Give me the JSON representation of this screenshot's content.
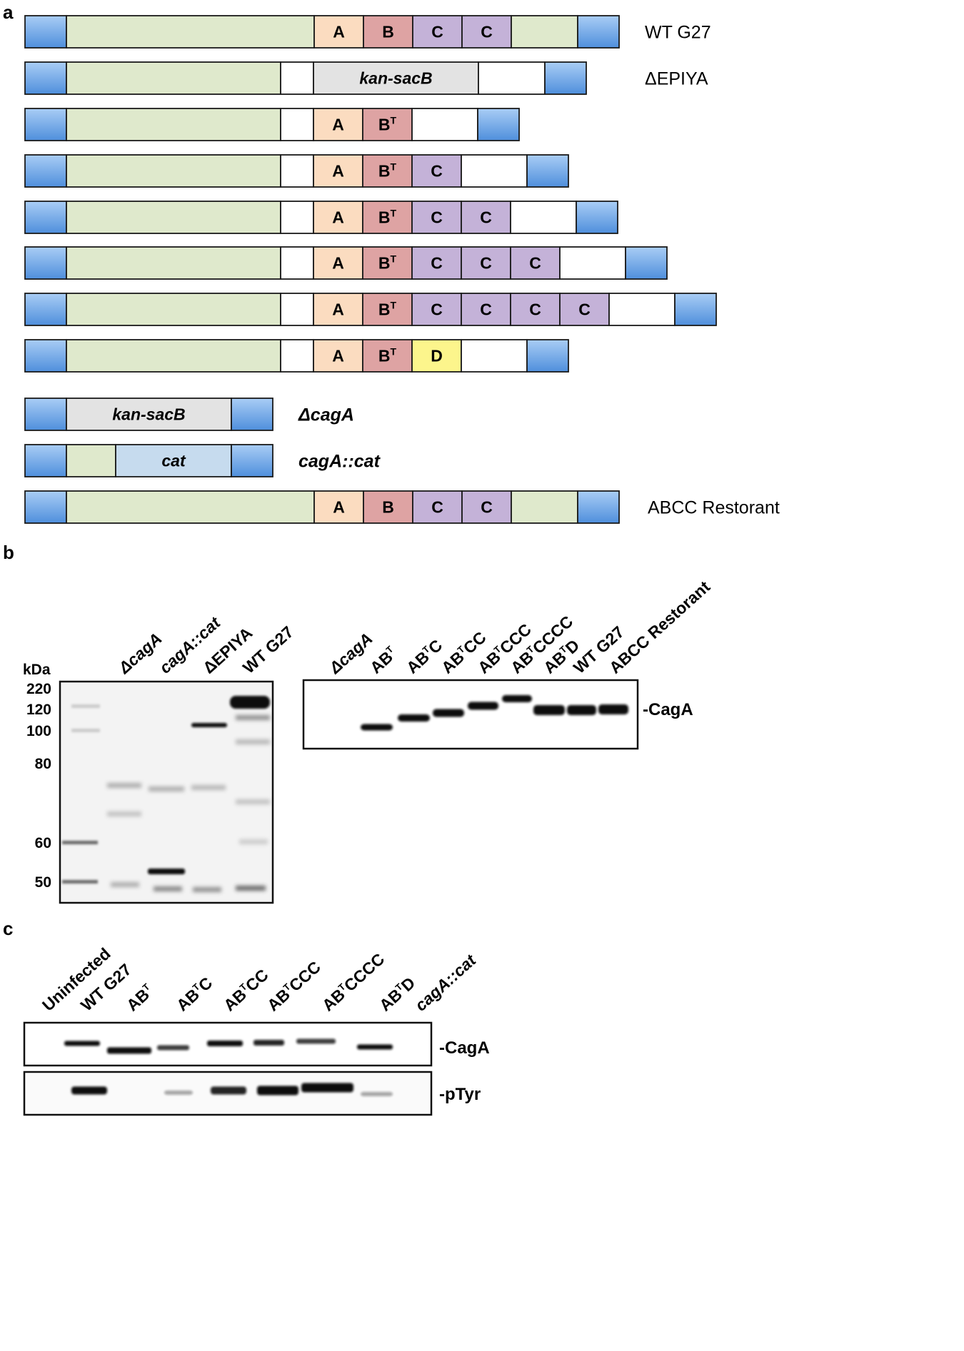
{
  "panel_a": {
    "letter": "a",
    "constructs": [
      {
        "label": "WT G27",
        "label_italic": false,
        "segments": [
          {
            "t": "blue"
          },
          {
            "t": "green"
          },
          {
            "t": "A",
            "text": "A"
          },
          {
            "t": "B",
            "text": "B"
          },
          {
            "t": "C",
            "text": "C"
          },
          {
            "t": "C",
            "text": "C"
          },
          {
            "t": "green"
          },
          {
            "t": "blue"
          }
        ]
      },
      {
        "label": "ΔEPIYA",
        "label_italic": false,
        "segments": [
          {
            "t": "blue"
          },
          {
            "t": "green"
          },
          {
            "t": "white"
          },
          {
            "t": "gray",
            "text": "kan-sacB",
            "italic": true
          },
          {
            "t": "white"
          },
          {
            "t": "blue"
          }
        ]
      },
      {
        "label": "",
        "segments": [
          {
            "t": "blue"
          },
          {
            "t": "green"
          },
          {
            "t": "white"
          },
          {
            "t": "A",
            "text": "A"
          },
          {
            "t": "B",
            "text": "B",
            "sup": "T"
          },
          {
            "t": "white"
          },
          {
            "t": "blue"
          }
        ]
      },
      {
        "label": "",
        "segments": [
          {
            "t": "blue"
          },
          {
            "t": "green"
          },
          {
            "t": "white"
          },
          {
            "t": "A",
            "text": "A"
          },
          {
            "t": "B",
            "text": "B",
            "sup": "T"
          },
          {
            "t": "C",
            "text": "C"
          },
          {
            "t": "white"
          },
          {
            "t": "blue"
          }
        ]
      },
      {
        "label": "",
        "segments": [
          {
            "t": "blue"
          },
          {
            "t": "green"
          },
          {
            "t": "white"
          },
          {
            "t": "A",
            "text": "A"
          },
          {
            "t": "B",
            "text": "B",
            "sup": "T"
          },
          {
            "t": "C",
            "text": "C"
          },
          {
            "t": "C",
            "text": "C"
          },
          {
            "t": "white"
          },
          {
            "t": "blue"
          }
        ]
      },
      {
        "label": "",
        "segments": [
          {
            "t": "blue"
          },
          {
            "t": "green"
          },
          {
            "t": "white"
          },
          {
            "t": "A",
            "text": "A"
          },
          {
            "t": "B",
            "text": "B",
            "sup": "T"
          },
          {
            "t": "C",
            "text": "C"
          },
          {
            "t": "C",
            "text": "C"
          },
          {
            "t": "C",
            "text": "C"
          },
          {
            "t": "white"
          },
          {
            "t": "blue"
          }
        ]
      },
      {
        "label": "",
        "segments": [
          {
            "t": "blue"
          },
          {
            "t": "green"
          },
          {
            "t": "white"
          },
          {
            "t": "A",
            "text": "A"
          },
          {
            "t": "B",
            "text": "B",
            "sup": "T"
          },
          {
            "t": "C",
            "text": "C"
          },
          {
            "t": "C",
            "text": "C"
          },
          {
            "t": "C",
            "text": "C"
          },
          {
            "t": "C",
            "text": "C"
          },
          {
            "t": "white"
          },
          {
            "t": "blue"
          }
        ]
      },
      {
        "label": "",
        "segments": [
          {
            "t": "blue"
          },
          {
            "t": "green"
          },
          {
            "t": "white"
          },
          {
            "t": "A",
            "text": "A"
          },
          {
            "t": "B",
            "text": "B",
            "sup": "T"
          },
          {
            "t": "D",
            "text": "D"
          },
          {
            "t": "white"
          },
          {
            "t": "blue"
          }
        ]
      },
      {
        "label": "ΔcagA",
        "label_italic": true,
        "segments": [
          {
            "t": "blue"
          },
          {
            "t": "gray",
            "text": "kan-sacB",
            "italic": true
          },
          {
            "t": "blue"
          }
        ]
      },
      {
        "label": "cagA::cat",
        "label_italic": true,
        "segments": [
          {
            "t": "blue"
          },
          {
            "t": "green"
          },
          {
            "t": "lightblue",
            "text": "cat",
            "italic": true
          },
          {
            "t": "blue"
          }
        ]
      },
      {
        "label": "ABCC Restorant",
        "label_italic": false,
        "segments": [
          {
            "t": "blue"
          },
          {
            "t": "green"
          },
          {
            "t": "A",
            "text": "A"
          },
          {
            "t": "B",
            "text": "B"
          },
          {
            "t": "C",
            "text": "C"
          },
          {
            "t": "C",
            "text": "C"
          },
          {
            "t": "green"
          },
          {
            "t": "blue"
          }
        ]
      }
    ]
  },
  "panel_b": {
    "letter": "b",
    "left_blot": {
      "unit_label": "kDa",
      "mw_markers": [
        "220",
        "120",
        "100",
        "80",
        "60",
        "50"
      ],
      "lanes": [
        {
          "label": "ΔcagA",
          "italic": true
        },
        {
          "label": "cagA::cat",
          "italic": true
        },
        {
          "label": "ΔEPIYA",
          "italic": false
        },
        {
          "label": "WT G27",
          "italic": false
        }
      ]
    },
    "right_blot": {
      "lanes": [
        {
          "main": "ΔcagA",
          "italic": true
        },
        {
          "main": "AB",
          "sup": "T",
          "rest": ""
        },
        {
          "main": "AB",
          "sup": "T",
          "rest": "C"
        },
        {
          "main": "AB",
          "sup": "T",
          "rest": "CC"
        },
        {
          "main": "AB",
          "sup": "T",
          "rest": "CCC"
        },
        {
          "main": "AB",
          "sup": "T",
          "rest": "CCCC"
        },
        {
          "main": "AB",
          "sup": "T",
          "rest": "D"
        },
        {
          "main": "WT G27"
        },
        {
          "main": "ABCC Restorant"
        }
      ],
      "band_label": "-CagA"
    }
  },
  "panel_c": {
    "letter": "c",
    "lanes": [
      {
        "main": "Uninfected"
      },
      {
        "main": "WT G27"
      },
      {
        "main": "AB",
        "sup": "T",
        "rest": ""
      },
      {
        "main": "AB",
        "sup": "T",
        "rest": "C"
      },
      {
        "main": "AB",
        "sup": "T",
        "rest": "CC"
      },
      {
        "main": "AB",
        "sup": "T",
        "rest": "CCC"
      },
      {
        "main": "AB",
        "sup": "T",
        "rest": "CCCC"
      },
      {
        "main": "AB",
        "sup": "T",
        "rest": "D"
      },
      {
        "main": "cagA::cat",
        "italic": true
      }
    ],
    "top_label": "-CagA",
    "bottom_label": "-pTyr"
  },
  "colors": {
    "blue": "#6fa8e8",
    "green": "#dfe9cc",
    "A": "#fbdcc0",
    "B": "#dea3a3",
    "C": "#c4b2d8",
    "D": "#fcf58c",
    "gray": "#e3e3e3",
    "lightblue": "#c6dbee",
    "white": "#ffffff"
  }
}
